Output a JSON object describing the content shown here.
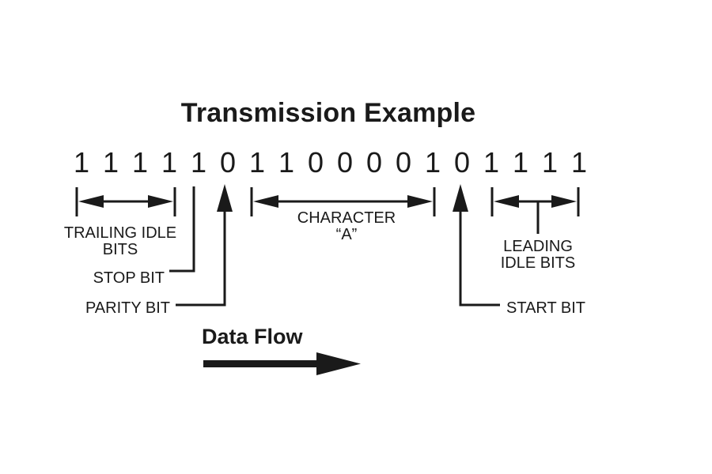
{
  "title": "Transmission Example",
  "bits": [
    "1",
    "1",
    "1",
    "1",
    "1",
    "0",
    "1",
    "1",
    "0",
    "0",
    "0",
    "0",
    "1",
    "0",
    "1",
    "1",
    "1",
    "1"
  ],
  "labels": {
    "trailing_idle_line1": "TRAILING IDLE",
    "trailing_idle_line2": "BITS",
    "stop_bit": "STOP BIT",
    "parity_bit": "PARITY BIT",
    "character_line1": "CHARACTER",
    "character_line2": "“A”",
    "leading_idle_line1": "LEADING",
    "leading_idle_line2": "IDLE BITS",
    "start_bit": "START BIT"
  },
  "data_flow": {
    "label": "Data Flow",
    "direction": "right"
  },
  "colors": {
    "ink": "#1a1a1a",
    "background": "#ffffff"
  }
}
